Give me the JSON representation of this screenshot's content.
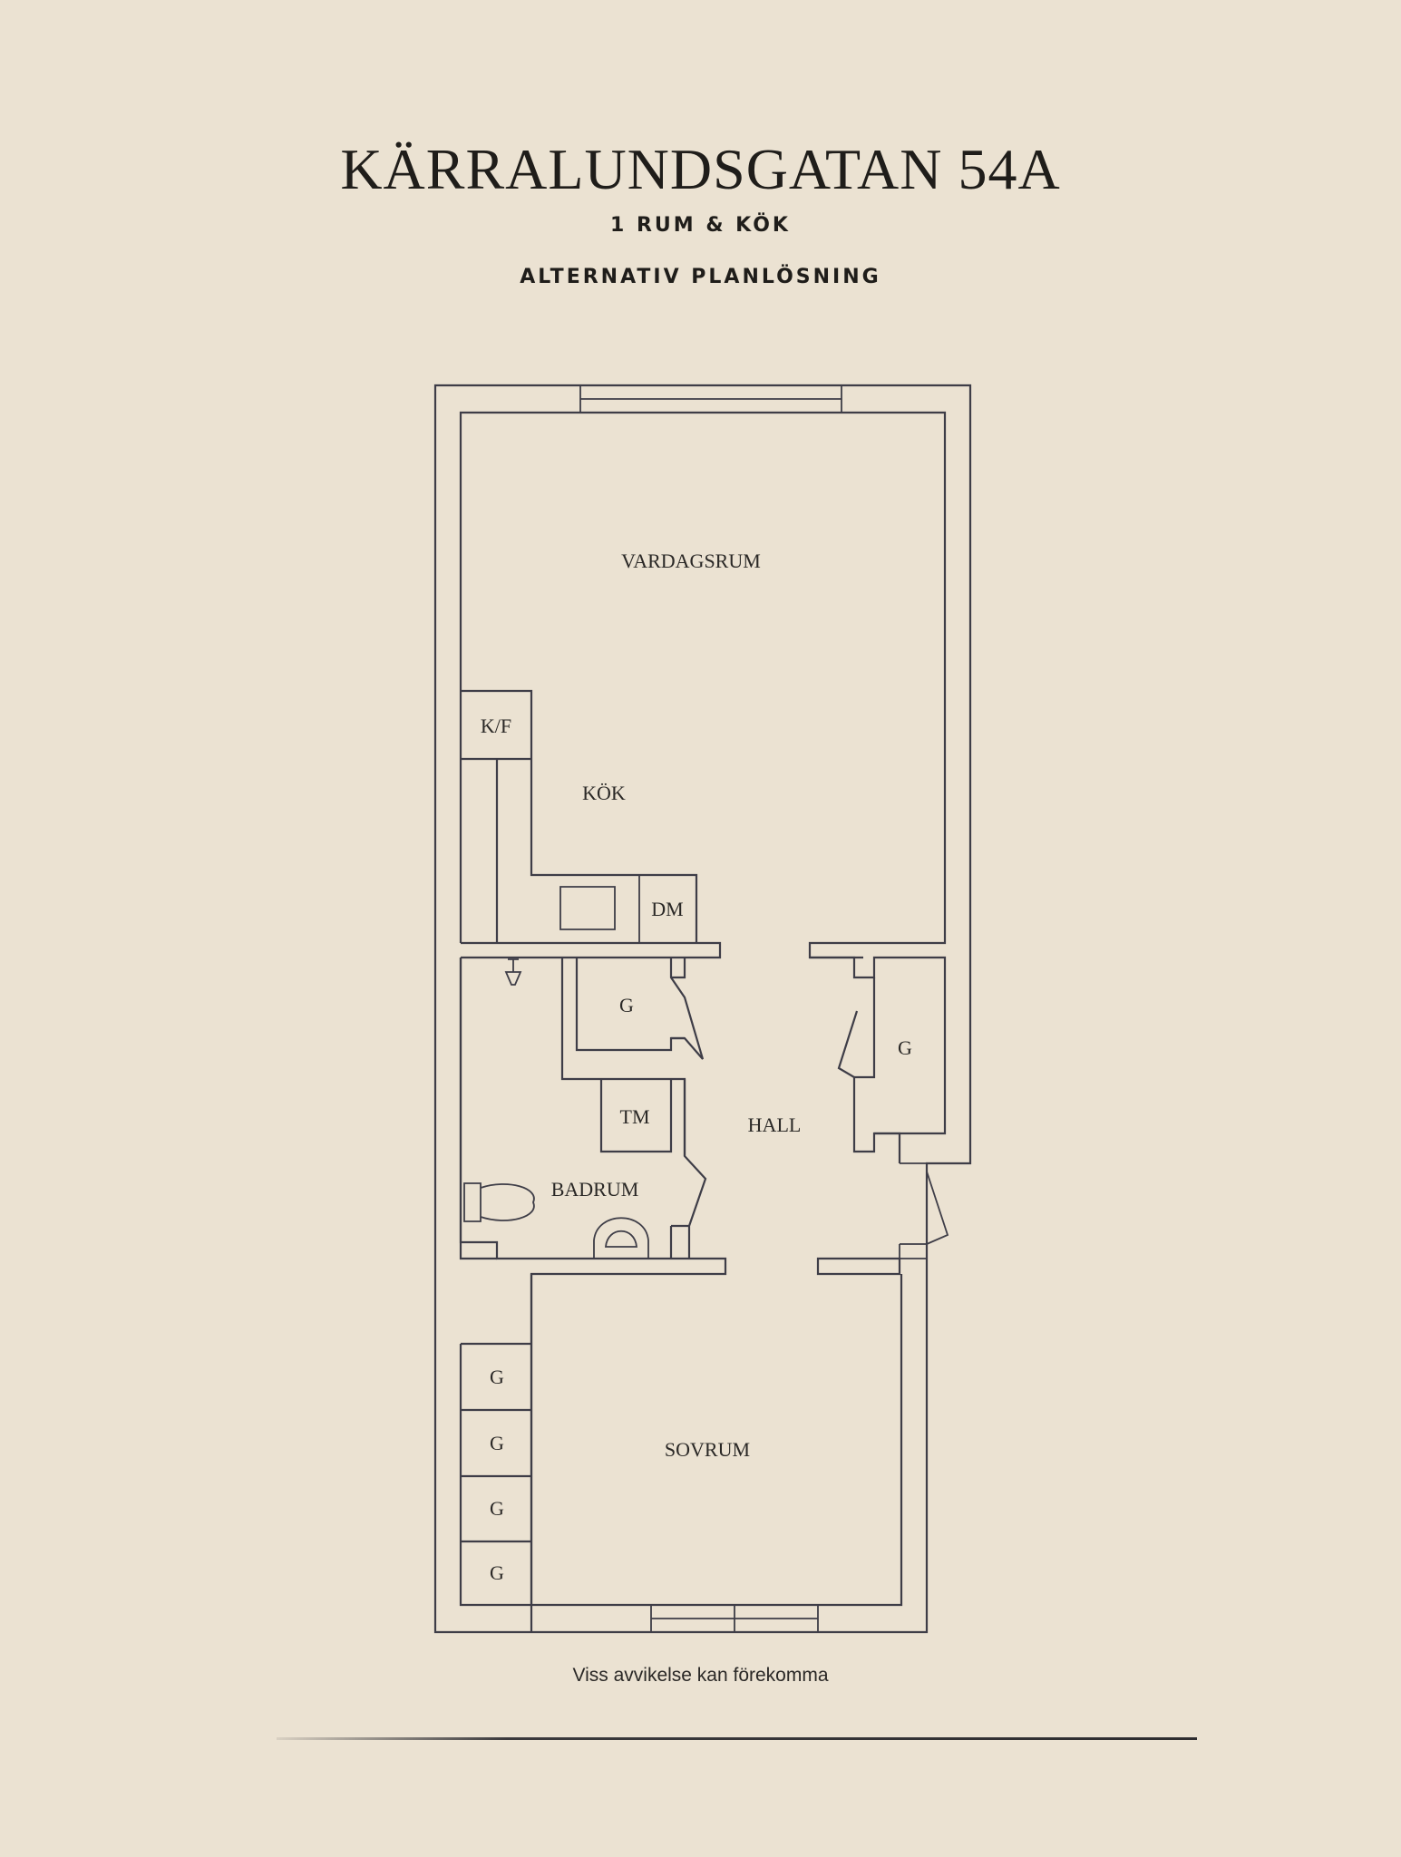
{
  "header": {
    "title": "KÄRRALUNDSGATAN 54A",
    "subtitle": "1 RUM & KÖK",
    "plan_type": "ALTERNATIV PLANLÖSNING"
  },
  "rooms": {
    "vardagsrum": "VARDAGSRUM",
    "kok": "KÖK",
    "kf": "K/F",
    "dm": "DM",
    "hall": "HALL",
    "badrum": "BADRUM",
    "tm": "TM",
    "sovrum": "SOVRUM",
    "garderob": "G"
  },
  "footer": {
    "disclaimer": "Viss avvikelse kan förekomma"
  }
}
